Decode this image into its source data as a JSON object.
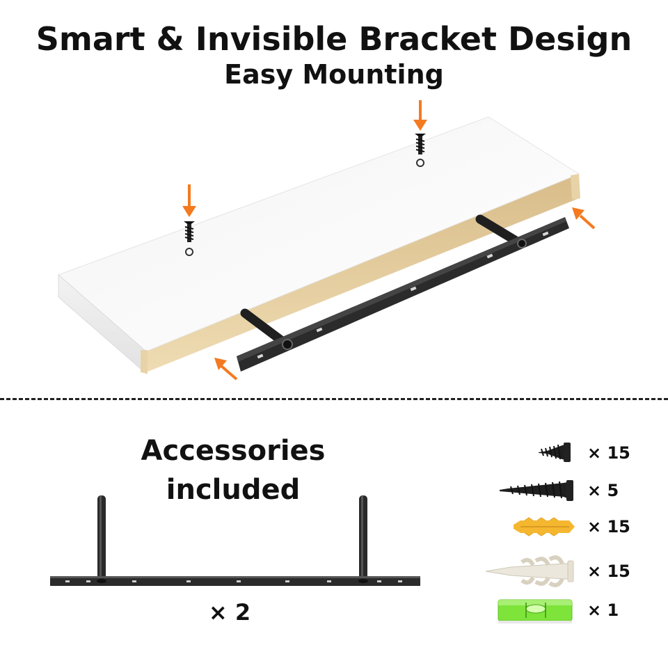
{
  "header": {
    "title": "Smart & Invisible Bracket Design",
    "subtitle": "Easy Mounting"
  },
  "colors": {
    "arrow": "#f47a20",
    "shelf_top": "#ffffff",
    "shelf_wood": "#e6cfa0",
    "bracket": "#2b2b2b",
    "anchor_yellow": "#f5b730",
    "level_green": "#7ee43a"
  },
  "accessories": {
    "title": "Accessories included",
    "bracket_quantity": "× 2",
    "items": [
      {
        "icon": "short-screw-icon",
        "quantity": "× 15"
      },
      {
        "icon": "long-screw-icon",
        "quantity": "× 5"
      },
      {
        "icon": "yellow-wall-anchor-icon",
        "quantity": "× 15"
      },
      {
        "icon": "white-drywall-anchor-icon",
        "quantity": "× 15"
      },
      {
        "icon": "bubble-level-icon",
        "quantity": "× 1"
      }
    ]
  }
}
